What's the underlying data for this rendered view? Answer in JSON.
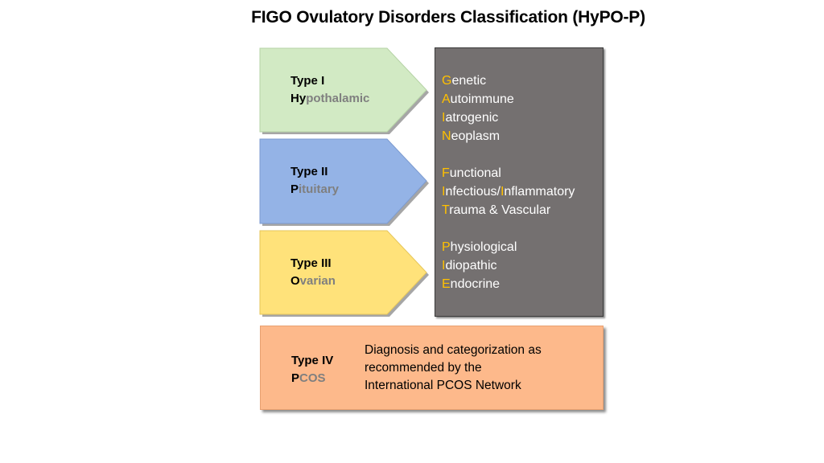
{
  "title": "FIGO Ovulatory Disorders Classification (HyPO-P)",
  "colors": {
    "type1_fill": "#d2eac4",
    "type2_fill": "#94b3e6",
    "type3_fill": "#ffe27a",
    "type4_fill": "#fdb98b",
    "etiology_box": "#747070",
    "accent_letter": "#ffc000",
    "dim_text": "#7f7f7f"
  },
  "types": [
    {
      "type_label": "Type I",
      "name_lead": "Hy",
      "name_rest": "pothalamic"
    },
    {
      "type_label": "Type II",
      "name_lead": "P",
      "name_rest": "ituitary"
    },
    {
      "type_label": "Type III",
      "name_lead": "O",
      "name_rest": "varian"
    },
    {
      "type_label": "Type IV",
      "name_lead": "P",
      "name_rest": "COS",
      "description": [
        "Diagnosis and categorization as",
        "recommended by the",
        "International PCOS Network"
      ]
    }
  ],
  "etiologies": {
    "groups": [
      {
        "acronym": "GAIN",
        "items": [
          {
            "initial": "G",
            "rest": "enetic"
          },
          {
            "initial": "A",
            "rest": "utoimmune"
          },
          {
            "initial": "I",
            "rest": "atrogenic"
          },
          {
            "initial": "N",
            "rest": "eoplasm"
          }
        ]
      },
      {
        "acronym": "FIT",
        "items": [
          {
            "initial": "F",
            "rest": "unctional"
          },
          {
            "initial": "I",
            "rest": "nfectious/",
            "initial2": "I",
            "rest2": "nflammatory"
          },
          {
            "initial": "T",
            "rest": "rauma & Vascular"
          }
        ]
      },
      {
        "acronym": "PIE",
        "items": [
          {
            "initial": "P",
            "rest": "hysiological"
          },
          {
            "initial": "I",
            "rest": "diopathic"
          },
          {
            "initial": "E",
            "rest": "ndocrine"
          }
        ]
      }
    ]
  }
}
